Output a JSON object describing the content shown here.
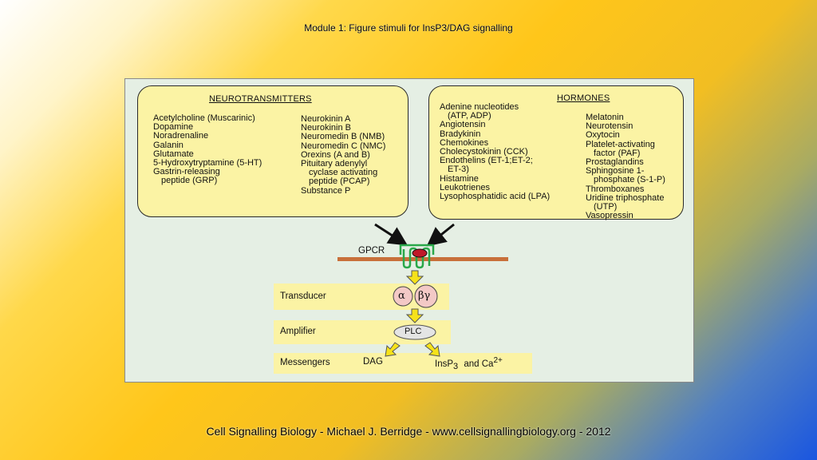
{
  "slide": {
    "title": "Module 1: Figure stimuli for InsP3/DAG signalling",
    "footer": "Cell Signalling Biology - Michael J. Berridge - www.cellsignallingbiology.org - 2012"
  },
  "neurotransmitters": {
    "heading": "NEUROTRANSMITTERS",
    "col1": [
      "Acetylcholine (Muscarinic)",
      "Dopamine",
      "Noradrenaline",
      "Galanin",
      "Glutamate",
      "5-Hydroxytryptamine (5-HT)",
      "Gastrin-releasing",
      "peptide (GRP)"
    ],
    "col2": [
      "Neurokinin A",
      "Neurokinin B",
      "Neuromedin B (NMB)",
      "Neuromedin C (NMC)",
      "Orexins (A and B)",
      "Pituitary adenylyl",
      "cyclase activating",
      "peptide (PCAP)",
      "Substance P"
    ]
  },
  "hormones": {
    "heading": "HORMONES",
    "col1": [
      "Adenine nucleotides",
      "(ATP, ADP)",
      "Angiotensin",
      "Bradykinin",
      "Chemokines",
      "Cholecystokinin (CCK)",
      "Endothelins (ET-1;ET-2;",
      "ET-3)",
      "Histamine",
      "Leukotrienes",
      "Lysophosphatidic acid (LPA)"
    ],
    "col2": [
      "Melatonin",
      "Neurotensin",
      "Oxytocin",
      "Platelet-activating",
      "factor (PAF)",
      "Prostaglandins",
      "Sphingosine 1-",
      "phosphate (S-1-P)",
      "Thromboxanes",
      "Uridine triphosphate",
      "(UTP)",
      "Vasopressin"
    ]
  },
  "pathway": {
    "gpcr_label": "GPCR",
    "transducer_label": "Transducer",
    "alpha": "α",
    "betagamma": "βγ",
    "amplifier_label": "Amplifier",
    "plc": "PLC",
    "messengers_label": "Messengers",
    "dag": "DAG",
    "insp": "InsP",
    "insp_sub": "3",
    "and_ca": "and Ca",
    "ca_sup": "2+"
  },
  "colors": {
    "box_fill": "#fbf3a4",
    "membrane": "#c8703a",
    "receptor": "#2aa84a",
    "ligand_site": "#c0182a",
    "subunit_fill": "#f3c9c6",
    "arrow_yellow": "#f6e21a"
  }
}
